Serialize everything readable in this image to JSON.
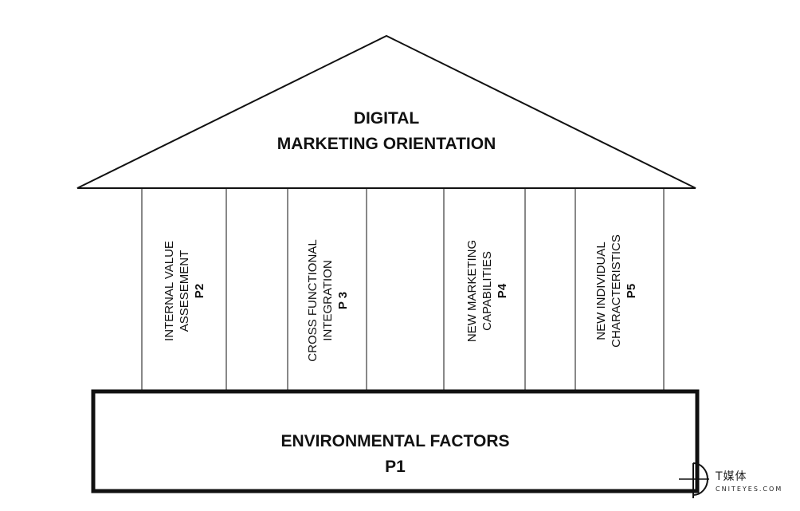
{
  "roof": {
    "line1": "DIGITAL",
    "line2": "MARKETING ORIENTATION"
  },
  "pillars": [
    {
      "line1": "INTERNAL VALUE",
      "line2": "ASSESEMENT",
      "code": "P2"
    },
    {
      "line1": "CROSS FUNCTIONAL",
      "line2": "INTEGRATION",
      "code": "P 3"
    },
    {
      "line1": "NEW MARKETING",
      "line2": "CAPABILITIES",
      "code": "P4"
    },
    {
      "line1": "NEW INDIVIDUAL",
      "line2": "CHARACTERISTICS",
      "code": "P5"
    }
  ],
  "base": {
    "line1": "ENVIRONMENTAL FACTORS",
    "line2": "P1"
  },
  "watermark": {
    "cn": "T媒体",
    "en": "CNITEYES.COM"
  },
  "colors": {
    "stroke": "#111111",
    "background": "#ffffff"
  }
}
